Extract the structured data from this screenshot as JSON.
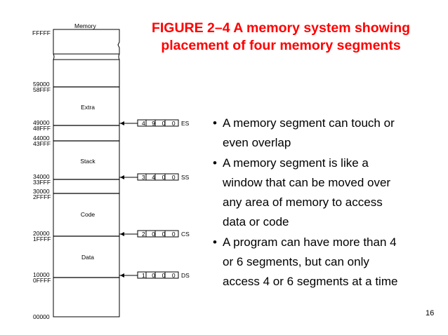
{
  "title": {
    "line1": "FIGURE 2–4 A memory system showing",
    "line2": "placement of four memory segments"
  },
  "memory_diagram": {
    "label": "Memory",
    "top_address": "FFFFF",
    "bottom_address": "00000",
    "boundaries": [
      {
        "upper": "59000",
        "lower": "58FFF"
      },
      {
        "upper": "49000",
        "lower": "48FFF"
      },
      {
        "upper": "44000",
        "lower": "43FFF"
      },
      {
        "upper": "34000",
        "lower": "33FFF"
      },
      {
        "upper": "30000",
        "lower": "2FFFF"
      },
      {
        "upper": "20000",
        "lower": "1FFFF"
      },
      {
        "upper": "10000",
        "lower": "0FFFF"
      }
    ],
    "segments": [
      "Extra",
      "Stack",
      "Code",
      "Data"
    ],
    "registers": [
      {
        "name": "ES",
        "value": "4 9 0 0"
      },
      {
        "name": "SS",
        "value": "3 4 0 0"
      },
      {
        "name": "CS",
        "value": "2 0 0 0"
      },
      {
        "name": "DS",
        "value": "1 0 0 0"
      }
    ]
  },
  "bullets": [
    {
      "lines": [
        "A memory segment can touch or",
        "even overlap"
      ]
    },
    {
      "lines": [
        "A memory segment is like a",
        "window that can be moved over",
        "any area of memory to access",
        "data or code"
      ]
    },
    {
      "lines": [
        "A program can have more than 4",
        "or 6 segments, but can only",
        "access 4 or 6 segments at a time"
      ]
    }
  ],
  "page_number": "16"
}
